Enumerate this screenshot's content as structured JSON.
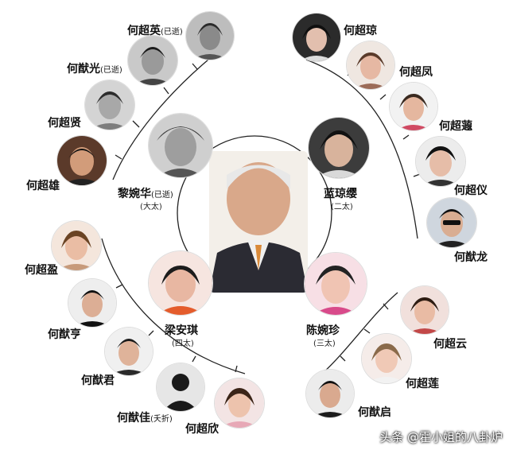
{
  "center": {},
  "wives": [
    {
      "id": "w1",
      "name": "黎婉华",
      "note": "(已逝)",
      "title": "(大太)"
    },
    {
      "id": "w2",
      "name": "蓝琼缨",
      "title": "(二太)"
    },
    {
      "id": "w3",
      "name": "陈婉珍",
      "title": "(三太)"
    },
    {
      "id": "w4",
      "name": "梁安琪",
      "title": "(四太)"
    }
  ],
  "children": [
    {
      "id": "c1",
      "name": "何超英",
      "note": "(已逝)"
    },
    {
      "id": "c2",
      "name": "何猷光",
      "note": "(已逝)"
    },
    {
      "id": "c3",
      "name": "何超贤"
    },
    {
      "id": "c4",
      "name": "何超雄"
    },
    {
      "id": "c5",
      "name": "何超琼"
    },
    {
      "id": "c6",
      "name": "何超凤"
    },
    {
      "id": "c7",
      "name": "何超蕸"
    },
    {
      "id": "c8",
      "name": "何超仪"
    },
    {
      "id": "c9",
      "name": "何猷龙"
    },
    {
      "id": "c10",
      "name": "何超盈"
    },
    {
      "id": "c11",
      "name": "何猷亨"
    },
    {
      "id": "c12",
      "name": "何猷君"
    },
    {
      "id": "c13",
      "name": "何猷佳",
      "note": "(夭折)"
    },
    {
      "id": "c14",
      "name": "何超欣"
    },
    {
      "id": "c15",
      "name": "何超云"
    },
    {
      "id": "c16",
      "name": "何超莲"
    },
    {
      "id": "c17",
      "name": "何猷启"
    }
  ],
  "watermark": {
    "text": "头条 @霍小姐的八卦炉"
  }
}
